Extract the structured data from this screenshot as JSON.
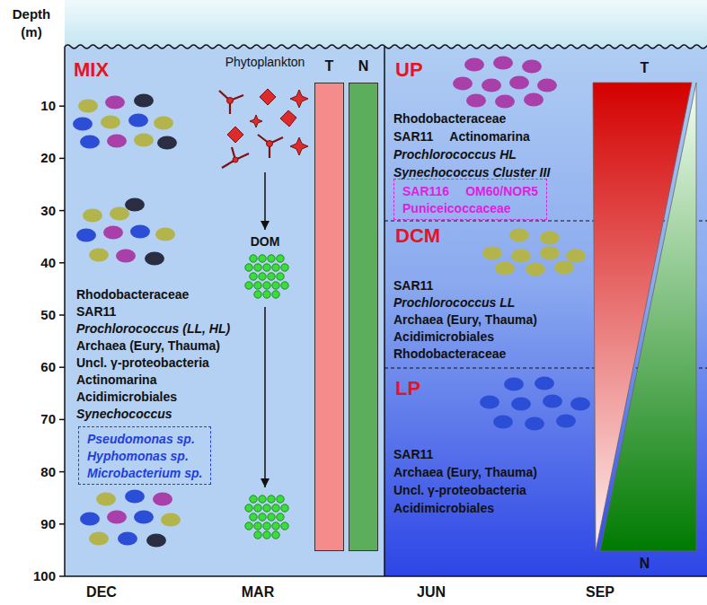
{
  "diagram": {
    "nodes": [
      {
        "text": [
          "MIX",
          "Rhodobacteraceae",
          "SAR11",
          "Prochlorococcus (LL, HL)",
          "Archaea (Eury, Thauma)",
          "Uncl. γ-proteobacteria",
          "Actinomarina",
          "Acidimicrobiales",
          "Synechococcus"
        ]
      },
      {
        "text": [
          "Phytoplankton"
        ],
        "in": 0
      },
      {
        "text": [
          "DOM"
        ],
        "in": 0
      },
      {
        "text": [
          "T"
        ],
        "in": 0
      },
      {
        "text": [
          "N"
        ],
        "in": 0
      },
      {
        "text": [
          "Pseudomonas sp.",
          "Hyphomonas sp.",
          "Microbacterium sp."
        ],
        "in": 0
      },
      {
        "text": [
          "UP",
          "Rhodobacteraceae",
          "SAR11",
          "Actinomarina",
          "Prochlorococcus HL",
          "Synechococcus Cluster III"
        ]
      },
      {
        "text": [
          "SAR116",
          "OM60/NOR5",
          "Puniceicoccaceae"
        ],
        "in": 6
      },
      {
        "text": [
          "DCM",
          "SAR11",
          "Prochlorococcus LL",
          "Archaea (Eury, Thauma)",
          "Acidimicrobiales",
          "Rhodobacteraceae"
        ]
      },
      {
        "text": [
          "LP",
          "SAR11",
          "Archaea (Eury, Thauma)",
          "Uncl. γ-proteobacteria",
          "Acidimicrobiales"
        ]
      },
      {
        "text": [
          "T",
          "N"
        ]
      }
    ],
    "edges": [
      {
        "from": 1,
        "to": 2,
        "arrow": "to"
      }
    ],
    "labels": [
      "Depth (m)",
      "10",
      "20",
      "30",
      "40",
      "50",
      "60",
      "70",
      "80",
      "90",
      "100",
      "DEC",
      "MAR",
      "JUN",
      "SEP"
    ]
  }
}
